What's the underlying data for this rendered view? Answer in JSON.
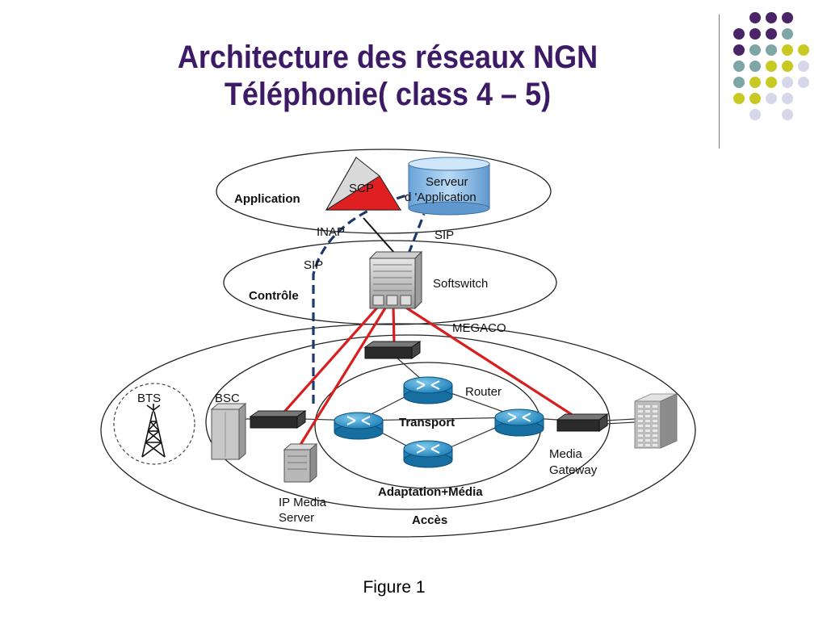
{
  "title": {
    "line1": "Architecture des réseaux NGN",
    "line2": "Téléphonie( class 4 – 5)"
  },
  "caption": "Figure 1",
  "decor": {
    "dot_colors": {
      "purple": "#4a2466",
      "teal": "#7ea6a6",
      "olive": "#c9c924",
      "lavender": "#d7d7ea"
    }
  },
  "diagram": {
    "layers": {
      "application": "Application",
      "control": "Contrôle",
      "transport": "Transport",
      "adaptation": "Adaptation+Média",
      "access": "Accès"
    },
    "nodes": {
      "scp": "SCP",
      "server_line1": "Serveur",
      "server_line2": "d 'Application",
      "softswitch": "Softswitch",
      "router": "Router",
      "bts": "BTS",
      "bsc": "BSC",
      "ip_media_line1": "IP Media",
      "ip_media_line2": "Server",
      "media_gw_line1": "Media",
      "media_gw_line2": "Gateway"
    },
    "protocols": {
      "inap": "INAP",
      "sip_top": "SIP",
      "sip_left": "SIP",
      "megaco": "MEGACO"
    }
  }
}
